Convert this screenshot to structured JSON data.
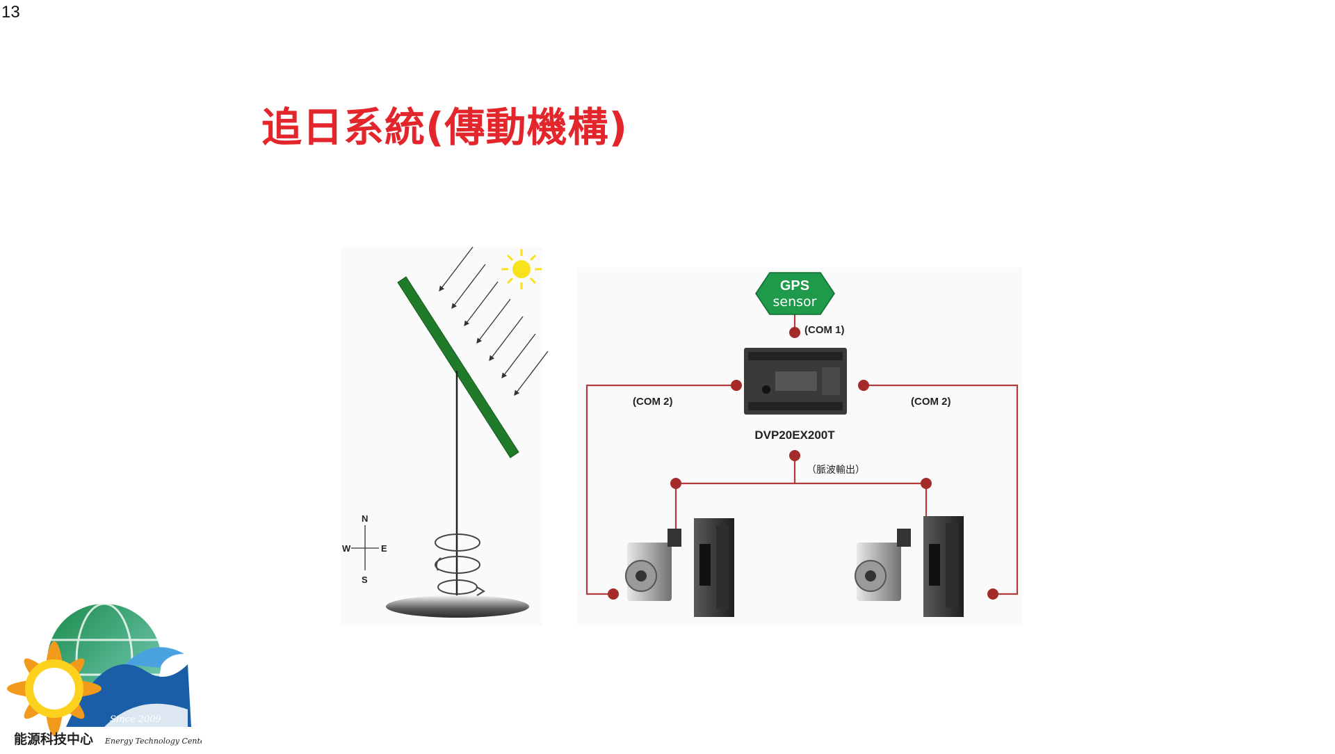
{
  "slide": {
    "number": "13",
    "title": "追日系統(傳動機構)"
  },
  "diagram": {
    "gps": {
      "line1": "GPS",
      "line2": "sensor"
    },
    "com1": "(COM 1)",
    "com2_left": "(COM 2)",
    "com2_right": "(COM 2)",
    "controller": "DVP20EX200T",
    "pulse_output": "（脈波輸出）",
    "compass": {
      "n": "N",
      "s": "S",
      "e": "E",
      "w": "W"
    }
  },
  "logo": {
    "since": "Since 2009",
    "name_zh": "能源科技中心",
    "name_en": "Energy Technology Center"
  },
  "colors": {
    "title": "#e3262b",
    "wire": "#b33a3a",
    "node": "#a52a2a",
    "gps_fill": "#1e9a4a",
    "panel": "#1f7a2a",
    "sun": "#f7e21b"
  }
}
